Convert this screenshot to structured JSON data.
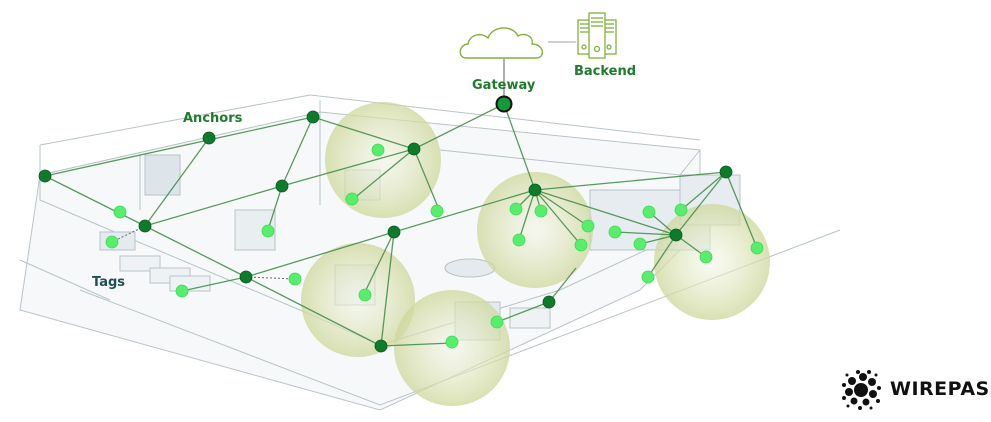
{
  "labels": {
    "gateway": "Gateway",
    "backend": "Backend",
    "anchors": "Anchors",
    "tags": "Tags"
  },
  "brand": {
    "name": "WIREPAS"
  },
  "colors": {
    "anchor": "#0e7a2c",
    "gateway": "#139a3a",
    "tag": "#57ee6b",
    "link": "#3d8a44",
    "label": "#1f7a2b",
    "range_bubble": "#d8e0b0",
    "icon_outline": "#7fb23c"
  },
  "icons": {
    "cloud": "cloud-icon",
    "backend": "server-icon",
    "brand": "wirepas-logo-icon"
  }
}
